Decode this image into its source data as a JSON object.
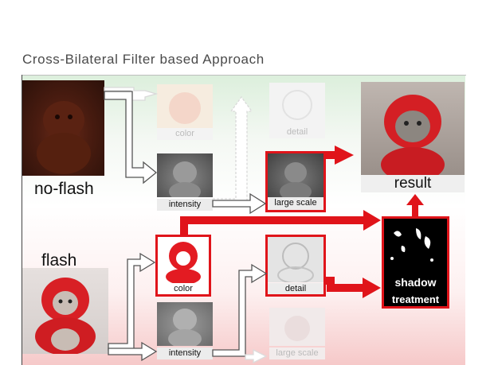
{
  "title": "Cross-Bilateral Filter based Approach",
  "labels": {
    "no_flash": "no-flash",
    "flash": "flash",
    "result": "result",
    "color_faded": "color",
    "intensity_top": "intensity",
    "detail_faded": "detail",
    "large_scale_top": "large scale",
    "color": "color",
    "detail": "detail",
    "shadow": "shadow",
    "treatment": "treatment",
    "intensity_bottom": "intensity",
    "large_scale_faded": "large scale"
  },
  "colors": {
    "accent": "#e0141a",
    "arrow_outline": "#555555"
  }
}
